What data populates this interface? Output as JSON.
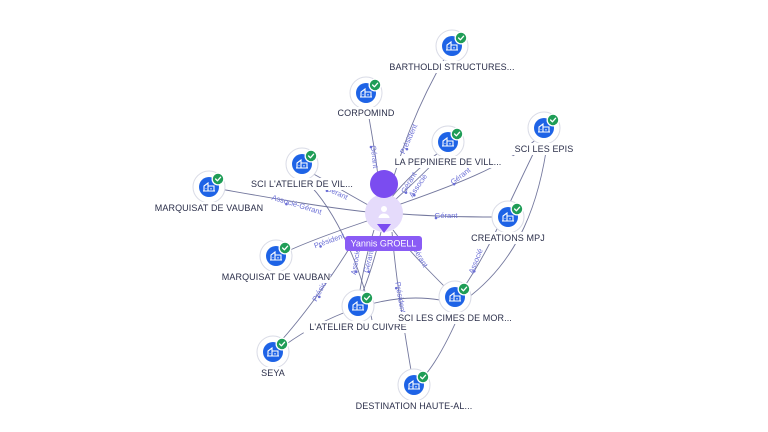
{
  "center": {
    "name": "Yannis GROELL",
    "icon": "person-icon",
    "color": "#7b4cf0"
  },
  "companies": [
    {
      "id": "bartholdi",
      "label": "BARTHOLDI STRUCTURES...",
      "icon": "building-icon",
      "verified": true
    },
    {
      "id": "corpomind",
      "label": "CORPOMIND",
      "icon": "building-icon",
      "verified": true
    },
    {
      "id": "pepiniere",
      "label": "LA PEPINIERE DE VILL...",
      "icon": "building-icon",
      "verified": true
    },
    {
      "id": "epis",
      "label": "SCI LES EPIS",
      "icon": "building-icon",
      "verified": true
    },
    {
      "id": "atelier-vil",
      "label": "SCI L'ATELIER DE VIL...",
      "icon": "building-icon",
      "verified": true
    },
    {
      "id": "marquisat1",
      "label": "MARQUISAT DE VAUBAN",
      "icon": "building-icon",
      "verified": true
    },
    {
      "id": "creations",
      "label": "CREATIONS MPJ",
      "icon": "building-icon",
      "verified": true
    },
    {
      "id": "marquisat2",
      "label": "MARQUISAT DE VAUBAN",
      "icon": "building-icon",
      "verified": true
    },
    {
      "id": "cuivre",
      "label": "L'ATELIER DU CUIVRE",
      "icon": "building-icon",
      "verified": true
    },
    {
      "id": "cimes",
      "label": "SCI LES CIMES DE MOR...",
      "icon": "building-icon",
      "verified": true
    },
    {
      "id": "seya",
      "label": "SEYA",
      "icon": "building-icon",
      "verified": true
    },
    {
      "id": "destination",
      "label": "DESTINATION HAUTE-AL...",
      "icon": "building-icon",
      "verified": true
    }
  ],
  "edges": [
    {
      "to": "bartholdi",
      "role": "Président"
    },
    {
      "to": "corpomind",
      "role": "Gérant"
    },
    {
      "to": "pepiniere",
      "role": "Gérant"
    },
    {
      "to": "pepiniere",
      "role": "Associé"
    },
    {
      "to": "epis",
      "role": "Gérant"
    },
    {
      "to": "atelier-vil",
      "role": "Gérant"
    },
    {
      "to": "marquisat1",
      "role": "Associé-Gérant"
    },
    {
      "to": "creations",
      "role": "Gérant"
    },
    {
      "to": "marquisat2",
      "role": "Président"
    },
    {
      "to": "cuivre",
      "role": "Gérant"
    },
    {
      "to": "cuivre",
      "role": "Associé"
    },
    {
      "to": "cimes",
      "role": "Gérant"
    },
    {
      "to": "cimes",
      "role": "Associé"
    },
    {
      "to": "seya",
      "role": "Président"
    },
    {
      "to": "destination",
      "role": "Président"
    }
  ],
  "colors": {
    "company": "#1e63e6",
    "verified": "#1f9d57",
    "edge_label": "#6b6fd6"
  }
}
